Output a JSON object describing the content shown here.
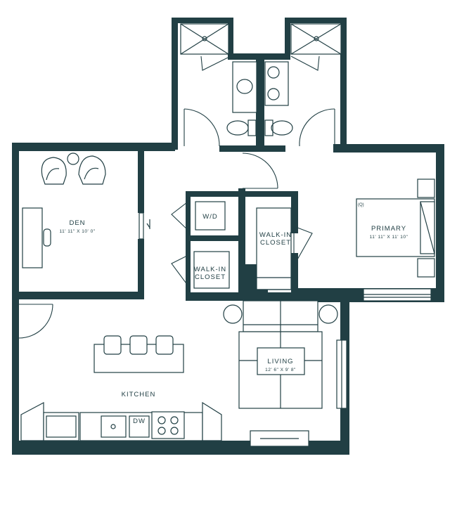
{
  "rooms": {
    "den": {
      "name": "DEN",
      "dims": "11' 11\" X 10' 0\""
    },
    "primary": {
      "name": "PRIMARY",
      "dims": "11' 11\" X 11' 10\"",
      "bed_tag": "(Q)"
    },
    "living": {
      "name": "LIVING",
      "dims": "12' 6\" X 9' 8\""
    },
    "kitchen": {
      "name": "KITCHEN"
    },
    "walkin_closet_1": {
      "line1": "WALK-IN",
      "line2": "CLOSET"
    },
    "walkin_closet_2": {
      "line1": "WALK-IN",
      "line2": "CLOSET"
    },
    "laundry": {
      "name": "W/D"
    }
  },
  "appliances": {
    "dishwasher": "DW"
  },
  "colors": {
    "wall": "#213f44",
    "background": "#ffffff"
  }
}
